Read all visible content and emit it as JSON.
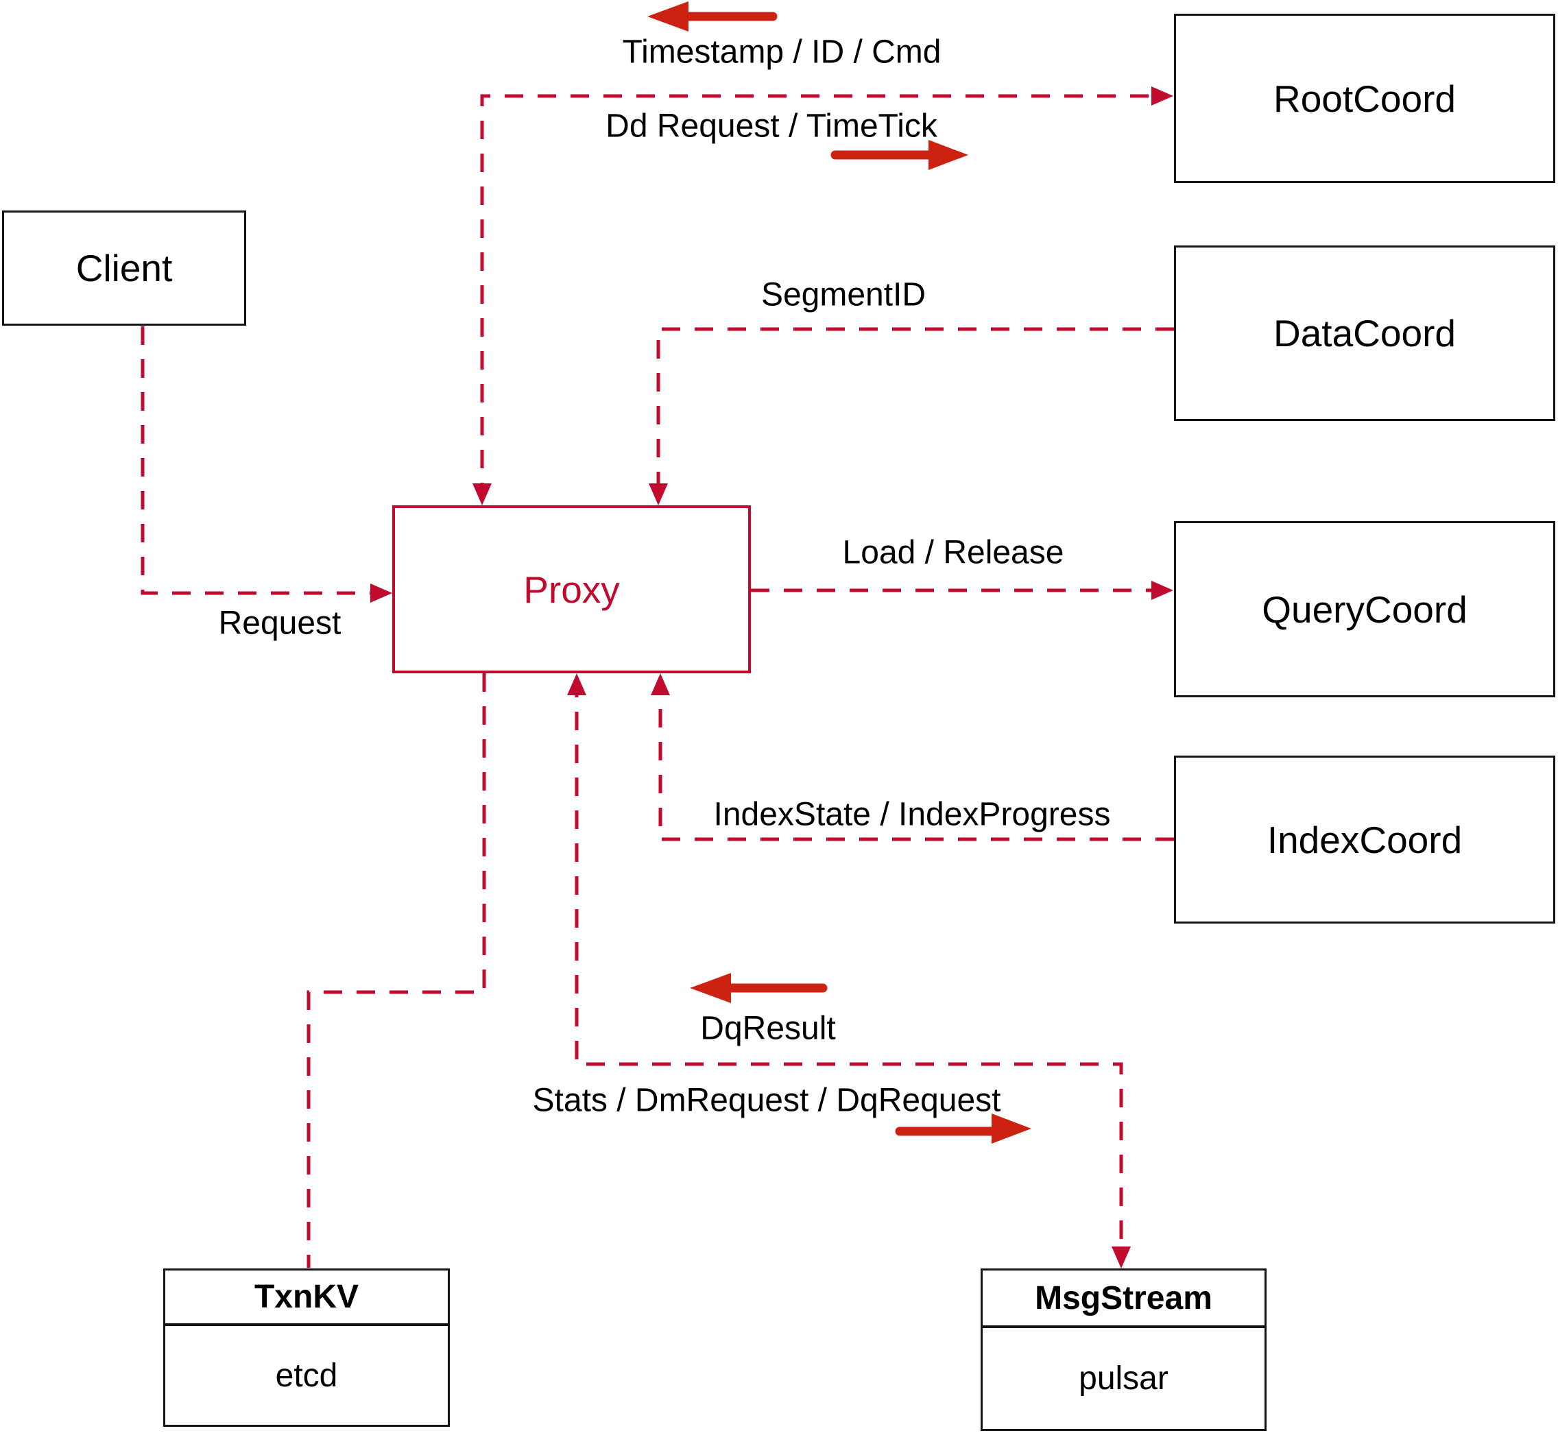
{
  "nodes": {
    "client": {
      "label": "Client"
    },
    "proxy": {
      "label": "Proxy"
    },
    "root_coord": {
      "label": "RootCoord"
    },
    "data_coord": {
      "label": "DataCoord"
    },
    "query_coord": {
      "label": "QueryCoord"
    },
    "index_coord": {
      "label": "IndexCoord"
    },
    "txn_kv": {
      "title": "TxnKV",
      "impl": "etcd"
    },
    "msg_stream": {
      "title": "MsgStream",
      "impl": "pulsar"
    }
  },
  "edge_labels": {
    "timestamp_id_cmd": "Timestamp / ID / Cmd",
    "dd_request_timetick": "Dd Request / TimeTick",
    "segment_id": "SegmentID",
    "load_release": "Load / Release",
    "index_state": "IndexState / IndexProgress",
    "request": "Request",
    "dq_result": "DqResult",
    "stats_dm_dq_request": "Stats / DmRequest / DqRequest"
  },
  "colors": {
    "line": "#c00a2e",
    "solid_arrow": "#cc2211",
    "box_border": "#141414",
    "text": "#000000",
    "bg": "#ffffff"
  }
}
